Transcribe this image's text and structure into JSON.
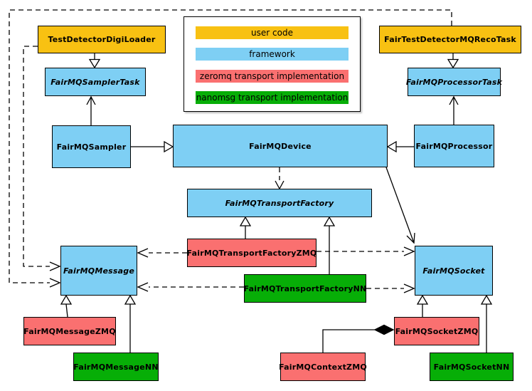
{
  "legend": {
    "items": [
      {
        "label": "user code",
        "color": "#f8c112",
        "category": "user-code"
      },
      {
        "label": "framework",
        "color": "#7ecff4",
        "category": "framework"
      },
      {
        "label": "zeromq transport implementation",
        "color": "#fa7070",
        "category": "zeromq-transport"
      },
      {
        "label": "nanomsg transport implementation",
        "color": "#07ae07",
        "category": "nanomsg-transport"
      }
    ]
  },
  "nodes": {
    "testDetectorDigiLoader": {
      "label": "TestDetectorDigiLoader",
      "category": "user-code",
      "abstract": false
    },
    "fairTestDetectorMQRecoTask": {
      "label": "FairTestDetectorMQRecoTask",
      "category": "user-code",
      "abstract": false
    },
    "fairMQSamplerTask": {
      "label": "FairMQSamplerTask",
      "category": "framework",
      "abstract": true
    },
    "fairMQProcessorTask": {
      "label": "FairMQProcessorTask",
      "category": "framework",
      "abstract": true
    },
    "fairMQSampler": {
      "label": "FairMQSampler",
      "category": "framework",
      "abstract": false
    },
    "fairMQDevice": {
      "label": "FairMQDevice",
      "category": "framework",
      "abstract": false
    },
    "fairMQProcessor": {
      "label": "FairMQProcessor",
      "category": "framework",
      "abstract": false
    },
    "fairMQTransportFactory": {
      "label": "FairMQTransportFactory",
      "category": "framework",
      "abstract": true
    },
    "fairMQTransportFactoryZMQ": {
      "label": "FairMQTransportFactoryZMQ",
      "category": "zeromq-transport",
      "abstract": false
    },
    "fairMQTransportFactoryNN": {
      "label": "FairMQTransportFactoryNN",
      "category": "nanomsg-transport",
      "abstract": false
    },
    "fairMQMessage": {
      "label": "FairMQMessage",
      "category": "framework",
      "abstract": true
    },
    "fairMQSocket": {
      "label": "FairMQSocket",
      "category": "framework",
      "abstract": true
    },
    "fairMQMessageZMQ": {
      "label": "FairMQMessageZMQ",
      "category": "zeromq-transport",
      "abstract": false
    },
    "fairMQMessageNN": {
      "label": "FairMQMessageNN",
      "category": "nanomsg-transport",
      "abstract": false
    },
    "fairMQContextZMQ": {
      "label": "FairMQContextZMQ",
      "category": "zeromq-transport",
      "abstract": false
    },
    "fairMQSocketZMQ": {
      "label": "FairMQSocketZMQ",
      "category": "zeromq-transport",
      "abstract": false
    },
    "fairMQSocketNN": {
      "label": "FairMQSocketNN",
      "category": "nanomsg-transport",
      "abstract": false
    }
  },
  "relationships": [
    {
      "from": "TestDetectorDigiLoader",
      "to": "FairMQSamplerTask",
      "type": "inheritance",
      "line": "solid"
    },
    {
      "from": "FairTestDetectorMQRecoTask",
      "to": "FairMQProcessorTask",
      "type": "inheritance",
      "line": "solid"
    },
    {
      "from": "FairMQSampler",
      "to": "FairMQDevice",
      "type": "inheritance",
      "line": "solid"
    },
    {
      "from": "FairMQProcessor",
      "to": "FairMQDevice",
      "type": "inheritance",
      "line": "solid"
    },
    {
      "from": "FairMQSampler",
      "to": "FairMQSamplerTask",
      "type": "association",
      "line": "solid"
    },
    {
      "from": "FairMQProcessor",
      "to": "FairMQProcessorTask",
      "type": "association",
      "line": "solid"
    },
    {
      "from": "FairMQDevice",
      "to": "FairMQTransportFactory",
      "type": "dependency",
      "line": "dashed"
    },
    {
      "from": "FairMQDevice",
      "to": "FairMQSocket",
      "type": "association",
      "line": "solid"
    },
    {
      "from": "FairMQTransportFactoryZMQ",
      "to": "FairMQTransportFactory",
      "type": "inheritance",
      "line": "solid"
    },
    {
      "from": "FairMQTransportFactoryNN",
      "to": "FairMQTransportFactory",
      "type": "inheritance",
      "line": "solid"
    },
    {
      "from": "FairMQTransportFactoryZMQ",
      "to": "FairMQMessage",
      "type": "dependency",
      "line": "dashed"
    },
    {
      "from": "FairMQTransportFactoryZMQ",
      "to": "FairMQSocket",
      "type": "dependency",
      "line": "dashed"
    },
    {
      "from": "FairMQTransportFactoryNN",
      "to": "FairMQMessage",
      "type": "dependency",
      "line": "dashed"
    },
    {
      "from": "FairMQTransportFactoryNN",
      "to": "FairMQSocket",
      "type": "dependency",
      "line": "dashed"
    },
    {
      "from": "TestDetectorDigiLoader",
      "to": "FairMQMessage",
      "type": "dependency",
      "line": "dashed"
    },
    {
      "from": "FairTestDetectorMQRecoTask",
      "to": "FairMQMessage",
      "type": "dependency",
      "line": "dashed"
    },
    {
      "from": "FairMQMessageZMQ",
      "to": "FairMQMessage",
      "type": "inheritance",
      "line": "solid"
    },
    {
      "from": "FairMQMessageNN",
      "to": "FairMQMessage",
      "type": "inheritance",
      "line": "solid"
    },
    {
      "from": "FairMQSocketZMQ",
      "to": "FairMQSocket",
      "type": "inheritance",
      "line": "solid"
    },
    {
      "from": "FairMQSocketNN",
      "to": "FairMQSocket",
      "type": "inheritance",
      "line": "solid"
    },
    {
      "from": "FairMQContextZMQ",
      "to": "FairMQSocketZMQ",
      "type": "composition",
      "line": "solid"
    }
  ]
}
